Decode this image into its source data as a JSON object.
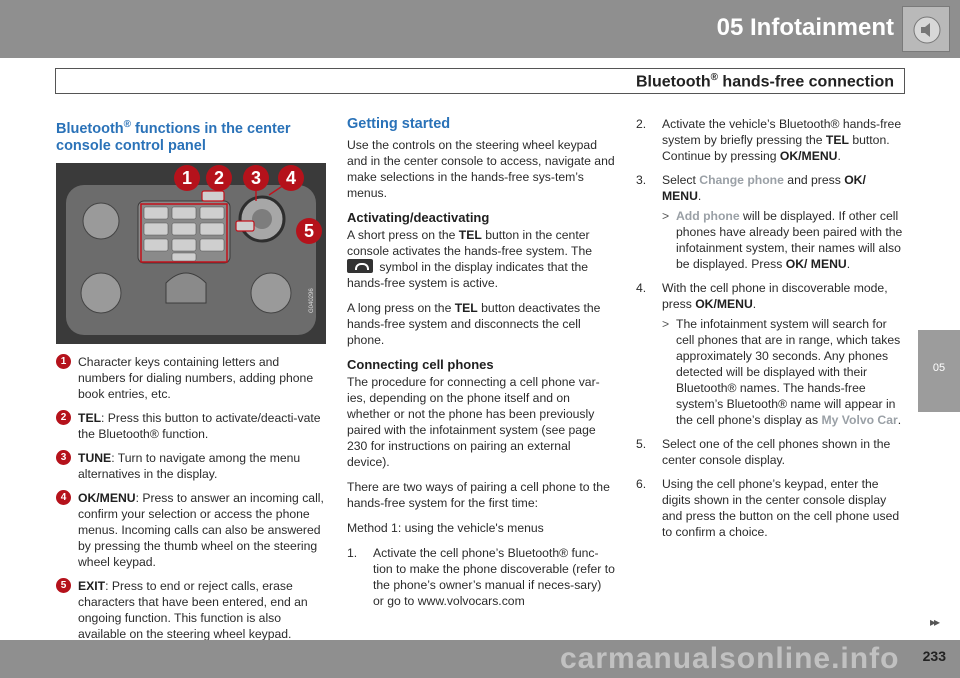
{
  "header": {
    "chapter": "05  Infotainment",
    "section_title": "Bluetooth",
    "section_sup": "®",
    "section_rest": " hands-free connection",
    "icon": "speaker-icon"
  },
  "side_tab": {
    "label": "05"
  },
  "col1": {
    "heading_a": "Bluetooth",
    "heading_sup": "®",
    "heading_b": " functions in the center console control panel",
    "photo_code": "G040296",
    "badges": [
      "1",
      "2",
      "3",
      "4",
      "5"
    ],
    "callouts": [
      {
        "num": "1",
        "bold": "",
        "text": "Character keys containing letters and numbers for dialing numbers, adding phone book entries, etc."
      },
      {
        "num": "2",
        "bold": "TEL",
        "text": ": Press this button to activate/deacti-vate the Bluetooth® function."
      },
      {
        "num": "3",
        "bold": "TUNE",
        "text": ": Turn to navigate among the menu alternatives in the display."
      },
      {
        "num": "4",
        "bold": "OK/MENU",
        "text": ": Press to answer an incoming call, confirm your selection or access the phone menus. Incoming calls can also be answered by pressing the thumb wheel on the steering wheel keypad."
      },
      {
        "num": "5",
        "bold": "EXIT",
        "text": ": Press to end or reject calls, erase characters that have been entered, end an ongoing function. This function is also available on the steering wheel keypad."
      }
    ]
  },
  "col2": {
    "heading": "Getting started",
    "intro": "Use the controls on the steering wheel keypad and in the center console to access, navigate and make selections in the hands-free sys-tem’s menus.",
    "sub1": "Activating/deactivating",
    "act_a": "A short press on the ",
    "act_bold": "TEL",
    "act_b": " button in the center console activates the hands-free system. The",
    "act_c": " symbol in the display indicates that the hands-free system is active.",
    "deact_a": "A long press on the ",
    "deact_bold": "TEL",
    "deact_b": " button deactivates the hands-free system and disconnects the cell phone.",
    "sub2": "Connecting cell phones",
    "connect": "The procedure for connecting a cell phone var-ies, depending on the phone itself and on whether or not the phone has been previously paired with the infotainment system (see page 230 for instructions on pairing an external device).",
    "two_ways": "There are two ways of pairing a cell phone to the hands-free system for the first time:",
    "method1": "Method 1: using the vehicle's menus",
    "step1_num": "1.",
    "step1": "Activate the cell phone’s Bluetooth® func-tion to make the phone discoverable (refer to the phone’s owner’s manual if neces-sary) or go to www.volvocars.com"
  },
  "col3": {
    "step2_num": "2.",
    "step2_a": "Activate the vehicle’s Bluetooth® hands-free system by briefly pressing the ",
    "step2_bold1": "TEL",
    "step2_b": " button. Continue by pressing ",
    "step2_bold2": "OK/MENU",
    "step2_c": ".",
    "step3_num": "3.",
    "step3_a": "Select ",
    "step3_hl": "Change phone",
    "step3_b": " and press ",
    "step3_bold": "OK/ MENU",
    "step3_c": ".",
    "step3_sub_hl": "Add phone",
    "step3_sub_a": " will be displayed. If other cell phones have already been paired with the infotainment system, their names will also be displayed. Press ",
    "step3_sub_bold": "OK/ MENU",
    "step3_sub_b": ".",
    "step4_num": "4.",
    "step4_a": "With the cell phone in discoverable mode, press ",
    "step4_bold": "OK/MENU",
    "step4_b": ".",
    "step4_sub_a": "The infotainment system will search for cell phones that are in range, which takes approximately 30 seconds. Any phones detected will be displayed with their Bluetooth® names. The hands-free system’s Bluetooth® name will appear in the cell phone’s display as ",
    "step4_sub_hl": "My Volvo Car",
    "step4_sub_b": ".",
    "step5_num": "5.",
    "step5": "Select one of the cell phones shown in the center console display.",
    "step6_num": "6.",
    "step6": "Using the cell phone’s keypad, enter the digits shown in the center console display and press the button on the cell phone used to confirm a choice.",
    "sub_marker": ">"
  },
  "footer": {
    "arrows": "▸▸",
    "page": "233",
    "watermark": "carmanualsonline.info"
  }
}
